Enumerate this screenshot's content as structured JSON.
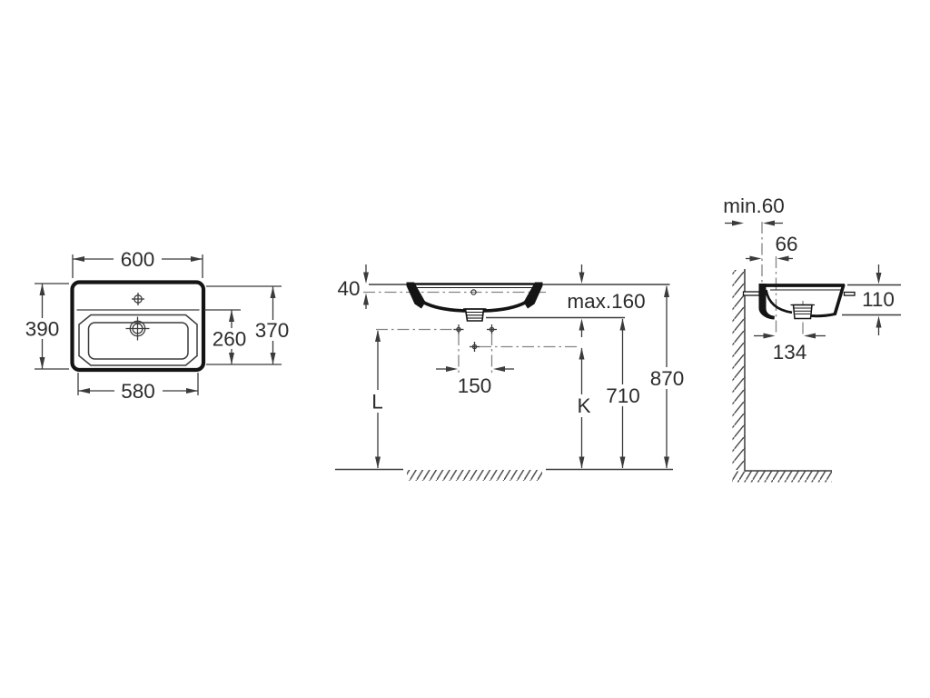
{
  "labels": {
    "top": {
      "w600": "600",
      "d390": "390",
      "w580": "580",
      "d260": "260",
      "d370": "370"
    },
    "front": {
      "d40": "40",
      "max160": "max.160",
      "d150": "150",
      "L": "L",
      "K": "K",
      "d710": "710",
      "d870": "870"
    },
    "side": {
      "min60": "min.60",
      "d66": "66",
      "d110": "110",
      "d134": "134"
    }
  },
  "colors": {
    "background": "#ffffff",
    "dimension_line": "#3b3b3b",
    "object_outline": "#141414",
    "centerline": "#848484",
    "text": "#2c2c2c"
  }
}
